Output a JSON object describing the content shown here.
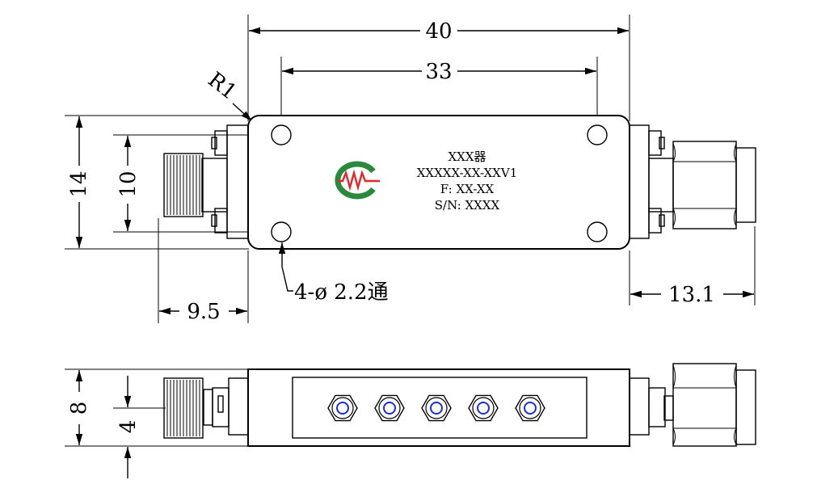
{
  "top_view": {
    "dims": {
      "overall_length": "40",
      "hole_spacing": "33",
      "corner_radius": "R1",
      "height": "14",
      "hole_pitch_vertical": "10",
      "left_connector_length": "9.5",
      "right_connector_length": "13.1",
      "hole_note": "4-ø 2.2通"
    },
    "label": {
      "line1": "XXX器",
      "line2": "XXXXX-XX-XXV1",
      "line3": "F: XX-XX",
      "line4": "S/N: XXXX"
    },
    "logo_colors": {
      "ring": "#2a8a3c",
      "wave": "#e0282a"
    }
  },
  "side_view": {
    "dims": {
      "thickness": "8",
      "connector_center": "4"
    },
    "tuning_screw_count": 5,
    "screw_color": "#1a2fd8"
  }
}
